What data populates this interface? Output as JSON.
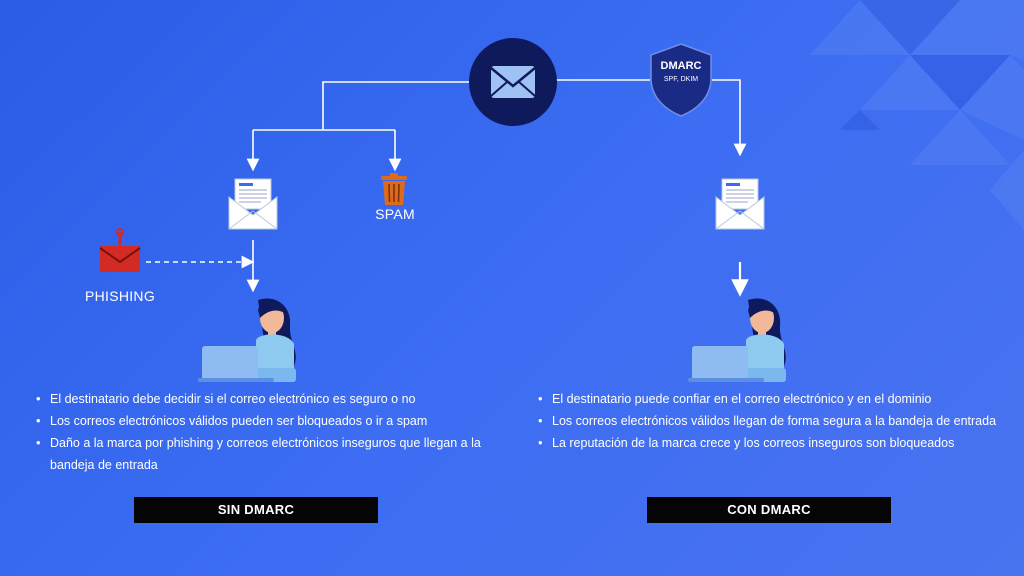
{
  "center": {
    "icon": "mail-icon"
  },
  "shield": {
    "title": "DMARC",
    "subtitle": "SPF, DKIM",
    "icon": "shield-icon"
  },
  "left": {
    "spam_label": "SPAM",
    "phishing_label": "PHISHING",
    "bullets": [
      "El destinatario debe decidir si el correo electrónico es seguro o no",
      "Los correos electrónicos válidos pueden ser bloqueados o ir a spam",
      "Daño a la marca por phishing y correos electrónicos inseguros que llegan a la bandeja de entrada"
    ],
    "tag": "SIN DMARC"
  },
  "right": {
    "bullets": [
      "El destinatario puede confiar en el correo electrónico y en el dominio",
      "Los correos electrónicos válidos llegan de forma segura a la bandeja de entrada",
      "La reputación de la marca crece y los correos inseguros son bloqueados"
    ],
    "tag": "CON DMARC"
  },
  "colors": {
    "background": "#3563ec",
    "circle": "#0e1a5c",
    "shield": "#1a2b86",
    "trash": "#e06a1c",
    "phishing": "#d42a24"
  }
}
